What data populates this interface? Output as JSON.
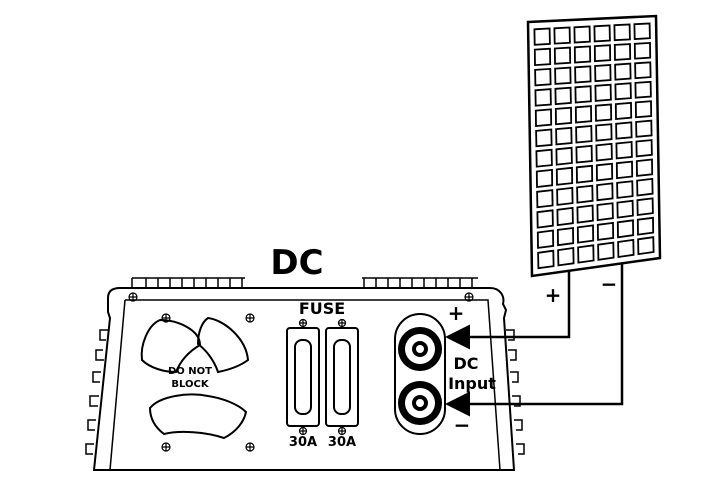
{
  "diagram": {
    "dc_title": "DC",
    "fuse_label": "FUSE",
    "fuses": [
      {
        "rating": "30A"
      },
      {
        "rating": "30A"
      }
    ],
    "fan_label_line1": "DO NOT",
    "fan_label_line2": "BLOCK",
    "terminal_plus": "+",
    "terminal_minus": "−",
    "dc_input_line1": "DC",
    "dc_input_line2": "Input",
    "panel_plus": "+",
    "panel_minus": "−",
    "solar_panel": {
      "columns": 6,
      "rows": 12
    }
  },
  "colors": {
    "line": "#000000",
    "background": "#ffffff"
  }
}
